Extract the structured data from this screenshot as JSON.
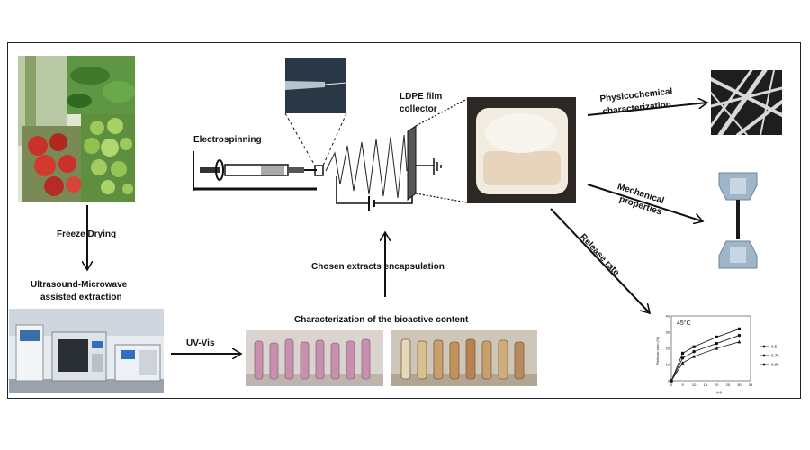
{
  "labels": {
    "freeze_drying": "Freeze  Drying",
    "extraction_line1": "Ultrasound-Microwave",
    "extraction_line2": "assisted extraction",
    "uv_vis": "UV-Vis",
    "characterization_bioactive": "Characterization  of  the bioactive content",
    "chosen_extracts": "Chosen extracts  encapsulation",
    "electrospinning": "Electrospinning",
    "ldpe_line1": "LDPE  film",
    "ldpe_line2": "collector",
    "physicochemical_line1": "Physicochemical",
    "physicochemical_line2": "characterization",
    "mechanical_line1": "Mechanical",
    "mechanical_line2": "properties",
    "release_rate": "Release rate"
  },
  "inset_chart": {
    "annotation": "45°C",
    "ylabel": "Release ratio (%)",
    "xlabel": "t(d)",
    "x_ticks": [
      "0",
      "5",
      "10",
      "15",
      "20",
      "25",
      "30",
      "35"
    ],
    "y_ticks": [
      "0",
      "10",
      "20",
      "30",
      "40"
    ],
    "legend": [
      "0.5",
      "0.75",
      "0.95"
    ]
  },
  "chart_data": {
    "type": "line",
    "x": [
      0,
      5,
      10,
      20,
      30
    ],
    "xlim": [
      0,
      35
    ],
    "ylim": [
      0,
      40
    ],
    "series": [
      {
        "name": "0.5",
        "values": [
          0,
          17,
          21,
          27,
          32
        ]
      },
      {
        "name": "0.75",
        "values": [
          0,
          14,
          18,
          23,
          28
        ]
      },
      {
        "name": "0.95",
        "values": [
          0,
          11,
          15,
          20,
          24
        ]
      }
    ]
  },
  "colors": {
    "arrow": "#111111",
    "vial_pink": "#c98fb0",
    "vial_amber": "#c9a06a",
    "leaf": "#4f8a3a",
    "tomato_red": "#c8322a",
    "tomato_green": "#9cc95a",
    "fiber_mat": "#f2ebe0"
  }
}
